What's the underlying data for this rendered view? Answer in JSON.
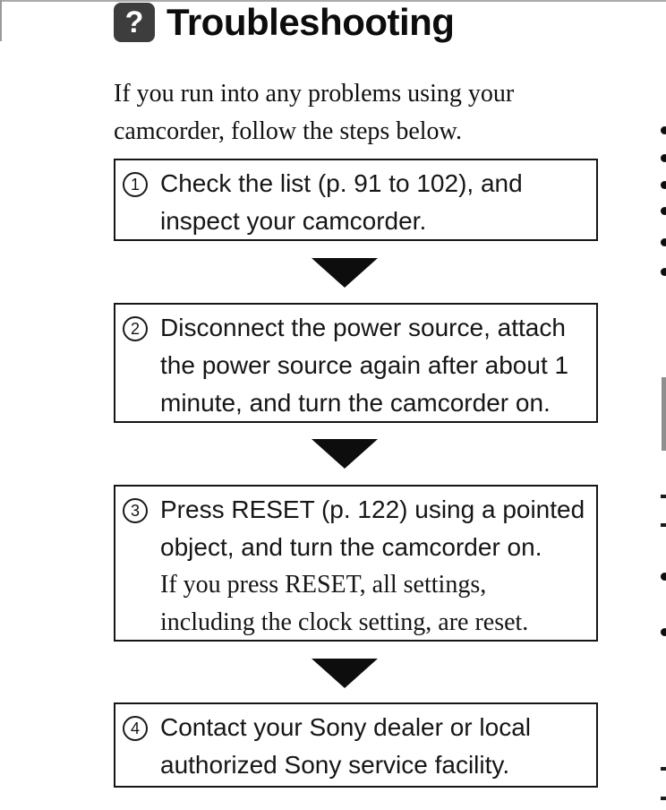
{
  "header": {
    "icon_glyph": "?",
    "title": "Troubleshooting"
  },
  "intro": "If you run into any problems using your\ncamcorder, follow the steps below.",
  "steps": [
    {
      "number": "1",
      "text": "Check the list (p. 91 to 102), and\ninspect your camcorder."
    },
    {
      "number": "2",
      "text": "Disconnect the power source, attach\nthe power source again after about 1\nminute, and turn the camcorder on."
    },
    {
      "number": "3",
      "text": "Press RESET (p. 122) using a pointed\nobject, and turn the camcorder on.",
      "note": "If you press RESET, all settings,\nincluding the clock setting, are reset."
    },
    {
      "number": "4",
      "text": "Contact your Sony dealer or local\nauthorized Sony service facility."
    }
  ],
  "colors": {
    "text": "#141414",
    "box_border": "#151515",
    "icon_background": "#3d3d3d",
    "arrow": "#0d0d0d",
    "edge_tab": "#8e8e8e"
  }
}
